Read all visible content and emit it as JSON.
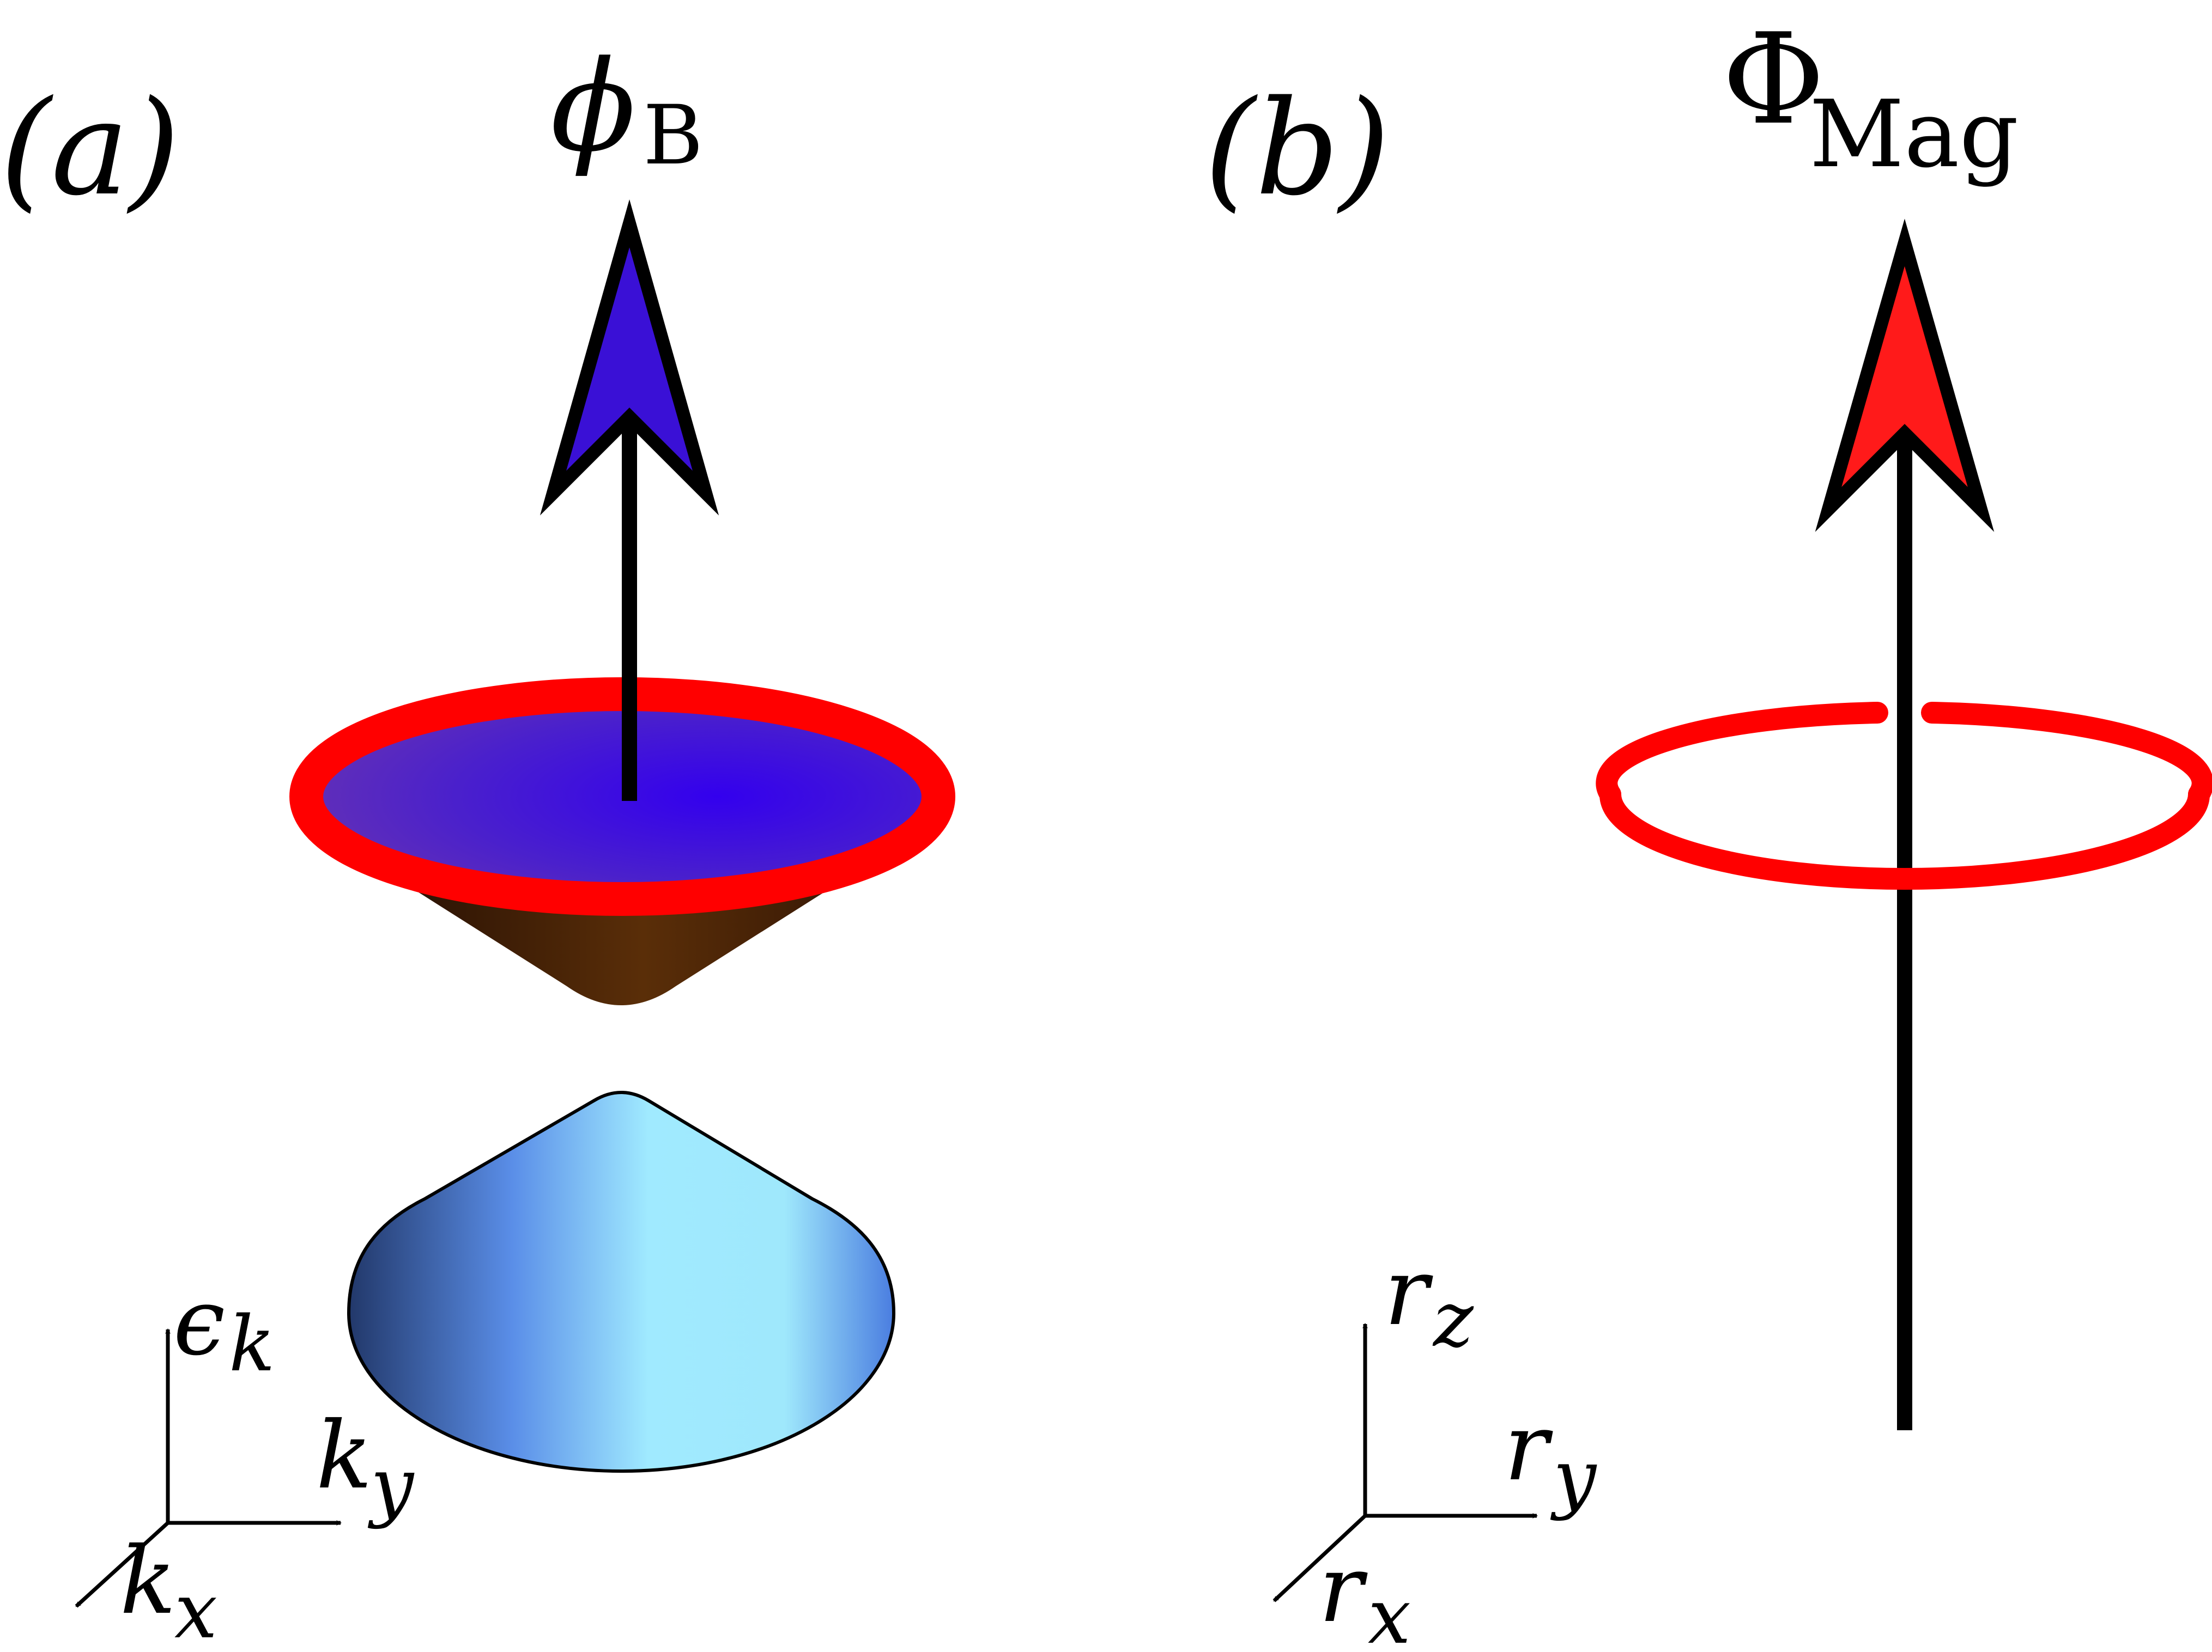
{
  "panel_a": {
    "label": "(a)",
    "flux_symbol": "ϕ",
    "flux_subscript": "B",
    "axes": {
      "up": "ϵ",
      "up_sub": "k",
      "right": "k",
      "right_sub": "y",
      "diag": "k",
      "diag_sub": "x"
    }
  },
  "panel_b": {
    "label": "(b)",
    "flux_symbol": "Φ",
    "flux_subscript": "Mag",
    "axes": {
      "up": "r",
      "up_sub": "z",
      "right": "r",
      "right_sub": "y",
      "diag": "r",
      "diag_sub": "x"
    }
  },
  "colors": {
    "ring": "#ff0000",
    "arrow_a_fill": "#3a10d6",
    "arrow_b_fill": "#ff1a1a",
    "upper_cone": "#5a2e0a",
    "lower_cone": "#7fd8f5",
    "disk": "#3a10d6"
  }
}
